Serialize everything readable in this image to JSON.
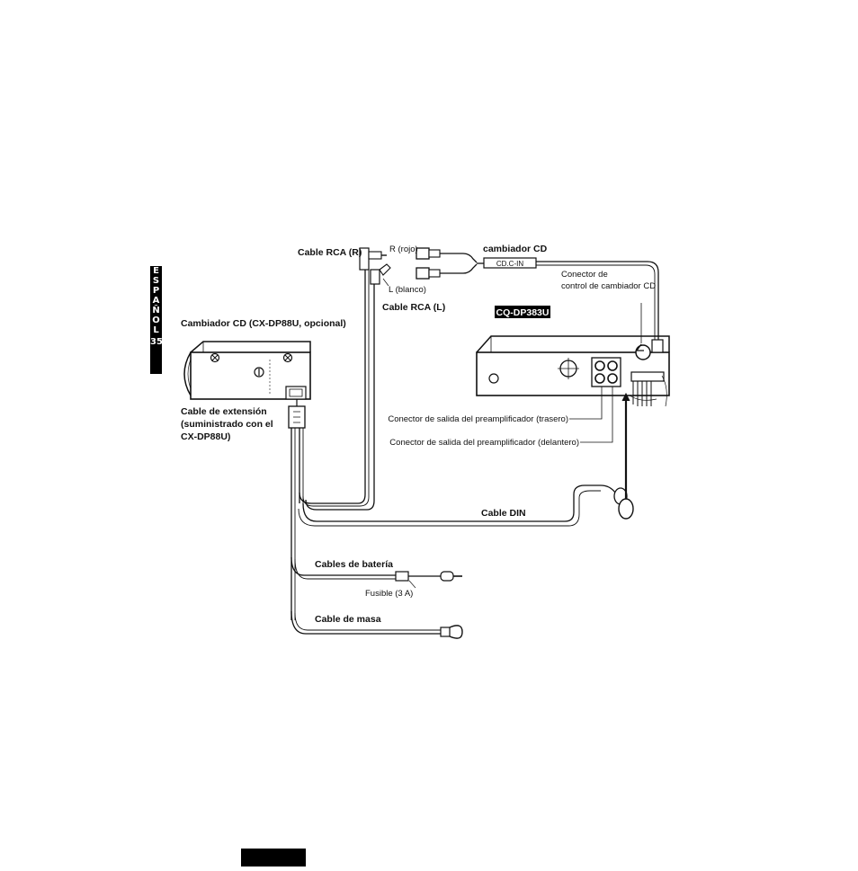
{
  "sidebar": {
    "letters": [
      "E",
      "S",
      "P",
      "A",
      "Ñ",
      "O",
      "L"
    ],
    "page_number": "35"
  },
  "labels": {
    "cable_rca_r": "Cable RCA (R)",
    "r_rojo": "R (rojo)",
    "l_blanco": "L (blanco)",
    "cable_rca_l": "Cable RCA (L)",
    "cambiador_cd_cable": "cambiador CD",
    "cdc_in": "CD.C-IN",
    "conector_control_line1": "Conector de",
    "conector_control_line2": "control de cambiador CD",
    "model": "CQ-DP383U",
    "changer_title": "Cambiador CD (CX-DP88U, opcional)",
    "ext_line1": "Cable de extensión",
    "ext_line2": "(suministrado con el",
    "ext_line3": "CX-DP88U)",
    "preamp_rear": "Conector de salida del preamplificador (trasero)",
    "preamp_front": "Conector de salida del preamplificador (delantero)",
    "cable_din": "Cable DIN",
    "cables_bateria": "Cables de batería",
    "fusible": "Fusible (3 A)",
    "cable_masa": "Cable de masa"
  }
}
